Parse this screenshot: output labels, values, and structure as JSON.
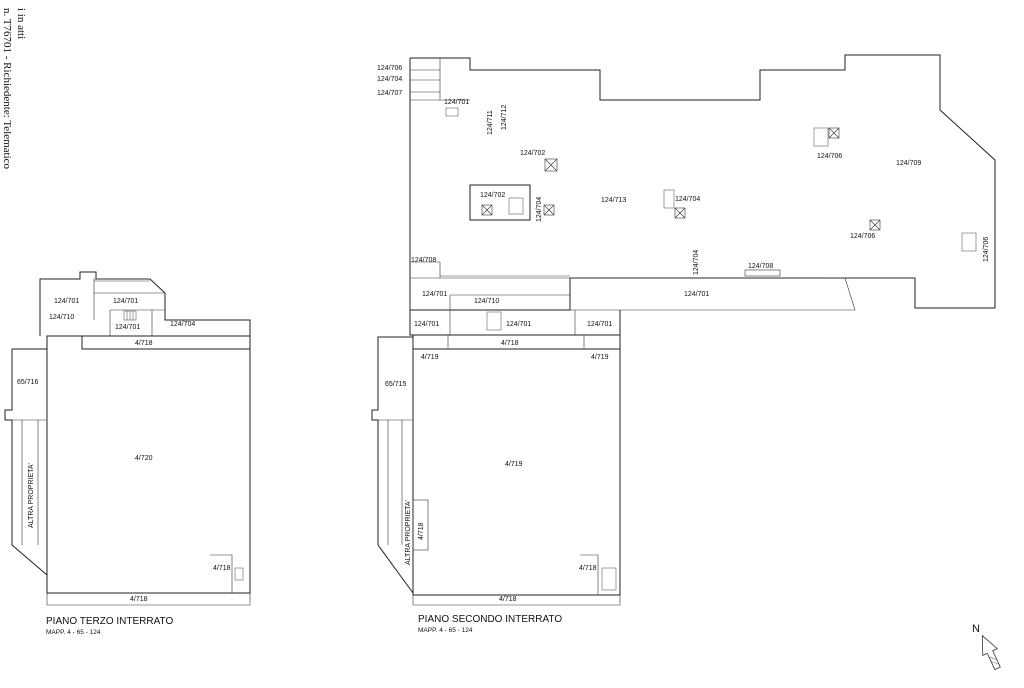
{
  "side_note": {
    "line1": "i in atti",
    "line2": "n. T76701 - Richiedente: Telematico"
  },
  "left_plan": {
    "title": "PIANO TERZO INTERRATO",
    "subtitle": "MAPP. 4 - 65 - 124",
    "labels": {
      "l1": "124/701",
      "l2": "124/701",
      "l3": "124/710",
      "l4": "124/701",
      "l5": "124/704",
      "l6": "4/718",
      "l7": "65/716",
      "l8": "4/720",
      "l9": "ALTRA PROPRIETA'",
      "l10": "4/718",
      "l11": "4/718"
    }
  },
  "right_plan": {
    "title": "PIANO SECONDO INTERRATO",
    "subtitle": "MAPP. 4 - 65 - 124",
    "labels": {
      "r1": "124/706",
      "r2": "124/704",
      "r3": "124/707",
      "r4": "124/701",
      "r5": "124/711",
      "r6": "124/712",
      "r7": "124/702",
      "r8": "124/702",
      "r9": "124/704",
      "r10": "124/713",
      "r11": "124/704",
      "r12": "124/706",
      "r13": "124/709",
      "r14": "124/706",
      "r15": "124/706",
      "r16": "124/704",
      "r17": "124/708",
      "r18": "124/708",
      "r19": "124/701",
      "r20": "124/710",
      "r21": "124/701",
      "r22": "124/701",
      "r23": "124/701",
      "r24": "124/701",
      "r25": "4/718",
      "r26": "4/719",
      "r27": "4/719",
      "r28": "65/715",
      "r29": "4/719",
      "r30": "ALTRA PROPRIETA'",
      "r31": "4/718",
      "r32": "4/718",
      "r33": "4/718"
    }
  },
  "north_label": "N"
}
